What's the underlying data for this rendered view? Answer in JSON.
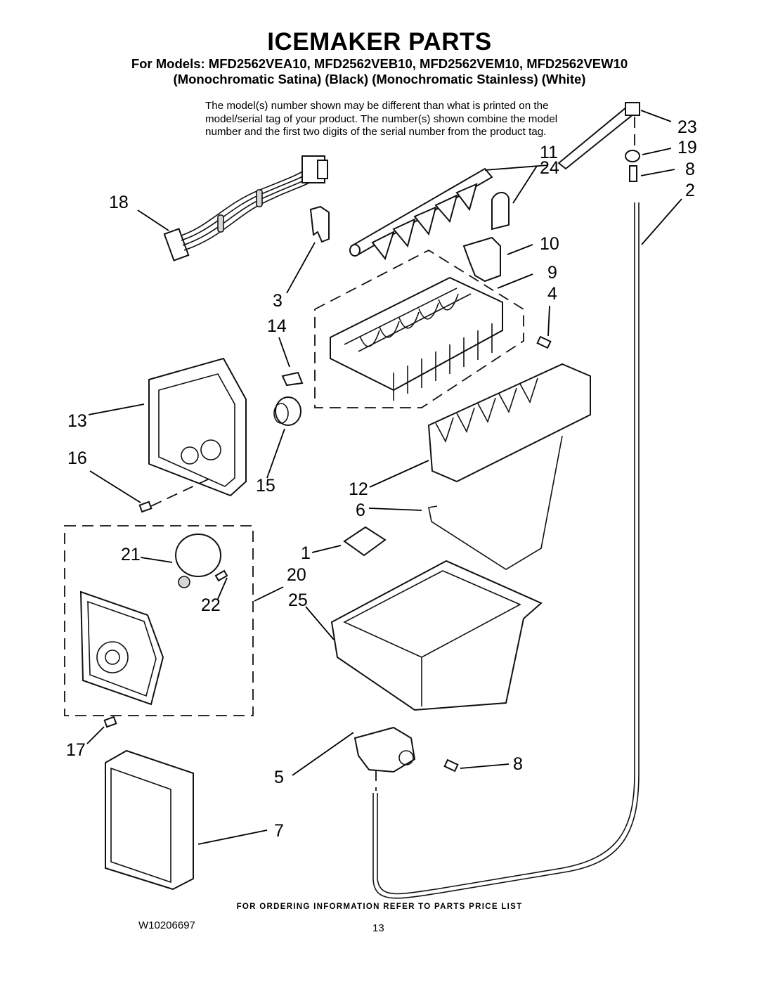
{
  "header": {
    "title": "ICEMAKER PARTS",
    "models_line1": "For Models: MFD2562VEA10, MFD2562VEB10, MFD2562VEM10, MFD2562VEW10",
    "models_line2": "(Monochromatic Satina)   (Black) (Monochromatic Stainless) (White)"
  },
  "note": {
    "line1": "The model(s) number shown may be different than what is printed on the",
    "line2": "model/serial tag of your product. The number(s) shown combine the model",
    "line3": "number and the first two digits of the serial number from the product tag."
  },
  "callouts": {
    "c1": "1",
    "c2": "2",
    "c3": "3",
    "c4": "4",
    "c5": "5",
    "c6": "6",
    "c7": "7",
    "c8a": "8",
    "c8b": "8",
    "c9": "9",
    "c10": "10",
    "c11": "11",
    "c12": "12",
    "c13": "13",
    "c14": "14",
    "c15": "15",
    "c16": "16",
    "c17": "17",
    "c18": "18",
    "c19": "19",
    "c20": "20",
    "c21": "21",
    "c22": "22",
    "c23": "23",
    "c24": "24",
    "c25": "25"
  },
  "footer": {
    "ordering": "FOR ORDERING INFORMATION REFER TO PARTS PRICE LIST",
    "doc_number": "W10206697",
    "page_number": "13"
  }
}
